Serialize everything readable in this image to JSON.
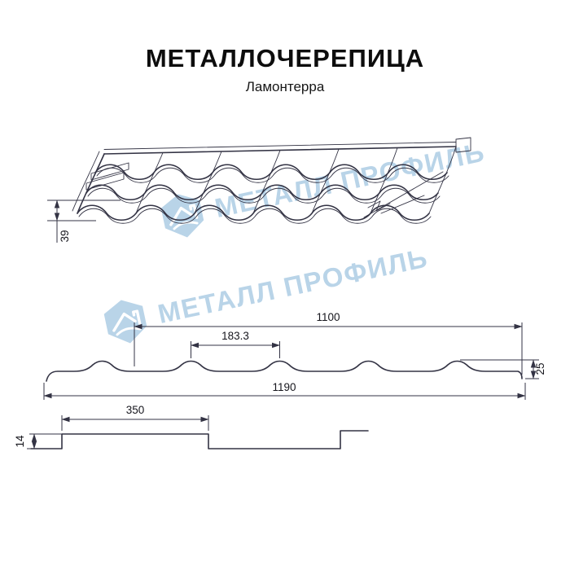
{
  "header": {
    "title": "МЕТАЛЛОЧЕРЕПИЦА",
    "subtitle": "Ламонтерра"
  },
  "watermark": {
    "text": "МЕТАЛЛ ПРОФИЛЬ"
  },
  "dimensions": {
    "step_height": "39",
    "cover_width": "1100",
    "wave_pitch": "183.3",
    "profile_height": "25",
    "overall_width": "1190",
    "module_length": "350",
    "module_step_height": "14"
  },
  "colors": {
    "line": "#333344",
    "watermark": "#b9d4e8",
    "title": "#0d0d0d"
  }
}
